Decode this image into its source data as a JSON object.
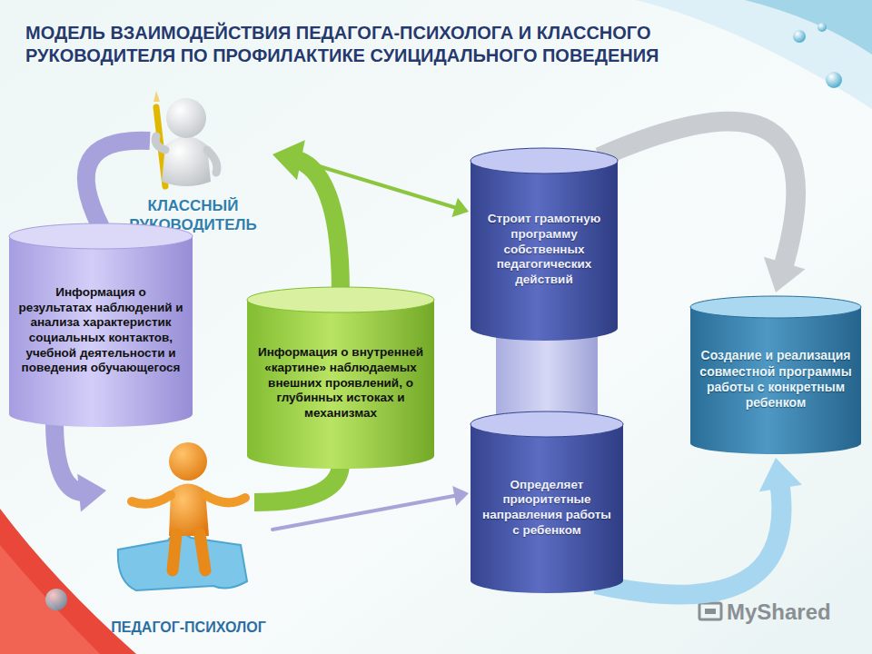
{
  "diagram": {
    "title": "МОДЕЛЬ ВЗАИМОДЕЙСТВИЯ ПЕДАГОГА-ПСИХОЛОГА И КЛАССНОГО РУКОВОДИТЕЛЯ ПО ПРОФИЛАКТИКЕ СУИЦИДАЛЬНОГО ПОВЕДЕНИЯ",
    "nodes": [
      {
        "text": [
          "КЛАССНЫЙ РУКОВОДИТЕЛЬ"
        ]
      },
      {
        "text": [
          "Информация о результатах наблюдений и анализа характеристик социальных контактов, учебной деятельности и поведения обучающегося"
        ]
      },
      {
        "text": [
          "Информация о внутренней «картине» наблюдаемых внешних проявлений, о глубинных истоках и механизмах"
        ]
      },
      {
        "text": [
          "ПЕДАГОГ-ПСИХОЛОГ"
        ]
      },
      {
        "text": [
          "Строит грамотную программу собственных педагогических действий"
        ]
      },
      {
        "text": [
          "Определяет приоритетные направления работы с ребенком"
        ]
      },
      {
        "text": [
          "Создание и реализация совместной программы работы с конкретным ребенком"
        ]
      }
    ],
    "edges": [
      {
        "from": 0,
        "to": 1,
        "arrow": "none"
      },
      {
        "from": 1,
        "to": 3,
        "arrow": "to"
      },
      {
        "from": 3,
        "to": 2,
        "arrow": "none"
      },
      {
        "from": 2,
        "to": 0,
        "arrow": "to"
      },
      {
        "from": 0,
        "to": 4,
        "arrow": "to"
      },
      {
        "from": 3,
        "to": 5,
        "arrow": "to"
      },
      {
        "from": 4,
        "to": 6,
        "arrow": "to"
      },
      {
        "from": 5,
        "to": 6,
        "arrow": "to"
      }
    ],
    "labels": [
      "MyShared"
    ]
  }
}
